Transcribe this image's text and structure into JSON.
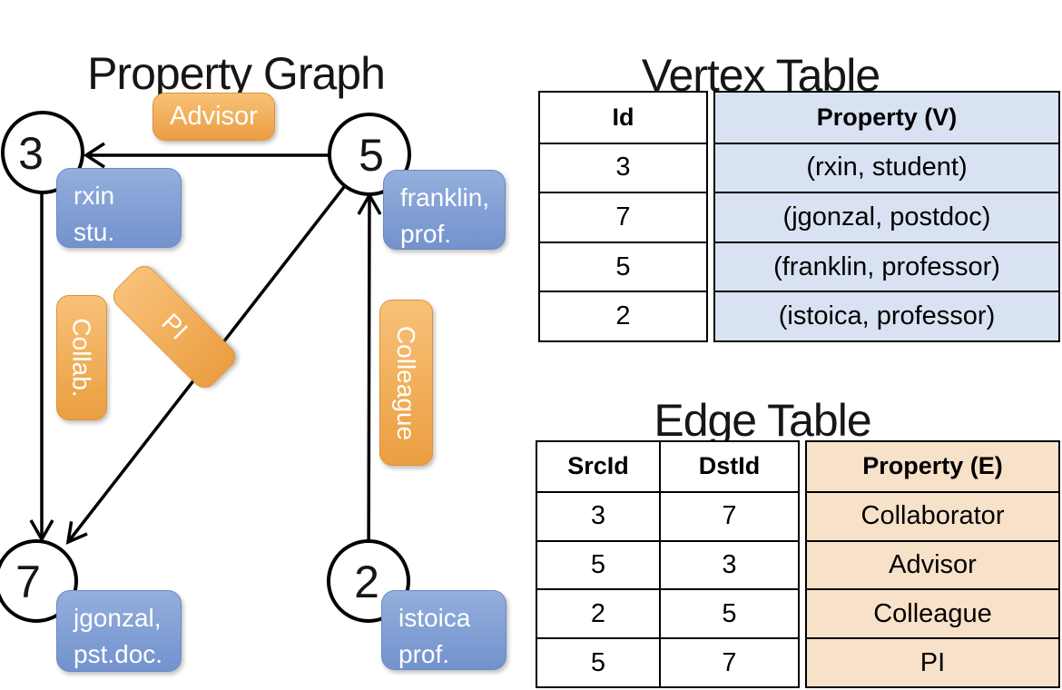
{
  "graph": {
    "title": "Property Graph",
    "nodes": [
      {
        "id": "3"
      },
      {
        "id": "5"
      },
      {
        "id": "7"
      },
      {
        "id": "2"
      }
    ],
    "vertex_cards": [
      {
        "line1": "rxin",
        "line2": "stu."
      },
      {
        "line1": "franklin,",
        "line2": "prof."
      },
      {
        "line1": "jgonzal,",
        "line2": "pst.doc."
      },
      {
        "line1": "istoica",
        "line2": "prof."
      }
    ],
    "edge_labels": [
      {
        "label": "Advisor"
      },
      {
        "label": "Collab."
      },
      {
        "label": "PI"
      },
      {
        "label": "Colleague"
      }
    ]
  },
  "vertex_table": {
    "title": "Vertex Table",
    "headers": {
      "id": "Id",
      "property": "Property (V)"
    },
    "rows": [
      {
        "id": "3",
        "property": "(rxin, student)"
      },
      {
        "id": "7",
        "property": "(jgonzal, postdoc)"
      },
      {
        "id": "5",
        "property": "(franklin, professor)"
      },
      {
        "id": "2",
        "property": "(istoica, professor)"
      }
    ]
  },
  "edge_table": {
    "title": "Edge Table",
    "headers": {
      "src": "SrcId",
      "dst": "DstId",
      "property": "Property (E)"
    },
    "rows": [
      {
        "src": "3",
        "dst": "7",
        "property": "Collaborator"
      },
      {
        "src": "5",
        "dst": "3",
        "property": "Advisor"
      },
      {
        "src": "2",
        "dst": "5",
        "property": "Colleague"
      },
      {
        "src": "5",
        "dst": "7",
        "property": "PI"
      }
    ]
  },
  "colors": {
    "edge_label_top": "#f8c178",
    "edge_label_bottom": "#eb9e41",
    "vertex_card_top": "#94afdd",
    "vertex_card_bottom": "#7392cd",
    "vertex_col_fill": "#d9e2f3",
    "edge_col_fill": "#f8e1c9",
    "line_color": "#000000"
  }
}
